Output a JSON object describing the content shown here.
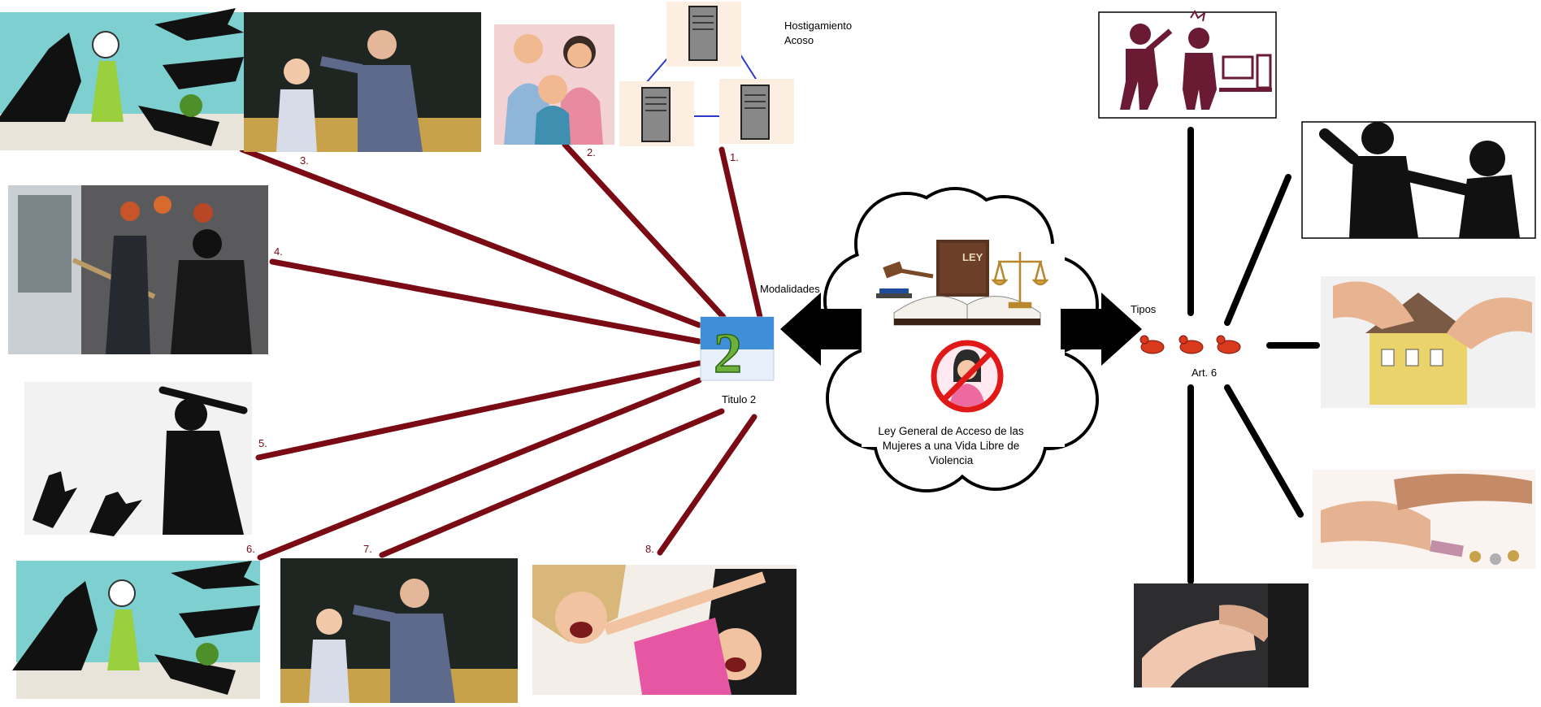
{
  "center": {
    "title_line1": "Ley General de Acceso de las",
    "title_line2": "Mujeres a una Vida Libre de",
    "title_line3": "Violencia",
    "book_label": "LEY"
  },
  "left_hub": {
    "label": "Titulo 2",
    "arrow_label": "Modalidades",
    "logo_text": "2"
  },
  "right_hub": {
    "label": "Art. 6",
    "arrow_label": "Tipos"
  },
  "modalities_header": {
    "line1": "Hostigamiento",
    "line2": "Acoso"
  },
  "numbers": [
    "1.",
    "2.",
    "3.",
    "4.",
    "5.",
    "6.",
    "7.",
    "8."
  ],
  "colors": {
    "connector": "#7a0a14",
    "spoke": "#000000",
    "icon_maroon": "#6b1a33",
    "no_sign": "#e01818"
  }
}
